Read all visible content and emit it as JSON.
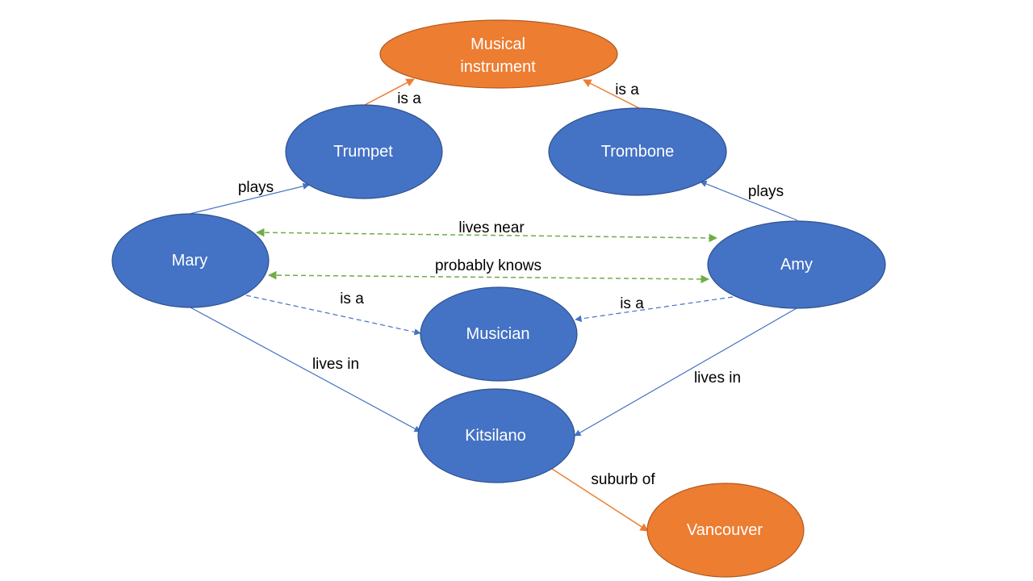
{
  "colors": {
    "entity_fill": "#4472c4",
    "entity_stroke": "#2f528f",
    "concept_fill": "#ed7d31",
    "concept_stroke": "#ae5a21",
    "entity_edge": "#4472c4",
    "concept_edge": "#ed7d31",
    "inferred_edge": "#70ad47",
    "background": "#ffffff"
  },
  "nodes": {
    "musical_instrument": {
      "line1": "Musical",
      "line2": "instrument"
    },
    "trumpet": {
      "label": "Trumpet"
    },
    "trombone": {
      "label": "Trombone"
    },
    "mary": {
      "label": "Mary"
    },
    "amy": {
      "label": "Amy"
    },
    "musician": {
      "label": "Musician"
    },
    "kitsilano": {
      "label": "Kitsilano"
    },
    "vancouver": {
      "label": "Vancouver"
    }
  },
  "edges": {
    "trumpet_is_a": "is a",
    "trombone_is_a": "is a",
    "mary_plays": "plays",
    "amy_plays": "plays",
    "lives_near": "lives near",
    "probably_knows": "probably knows",
    "mary_is_a": "is a",
    "amy_is_a": "is a",
    "mary_lives_in": "lives in",
    "amy_lives_in": "lives in",
    "suburb_of": "suburb of"
  }
}
